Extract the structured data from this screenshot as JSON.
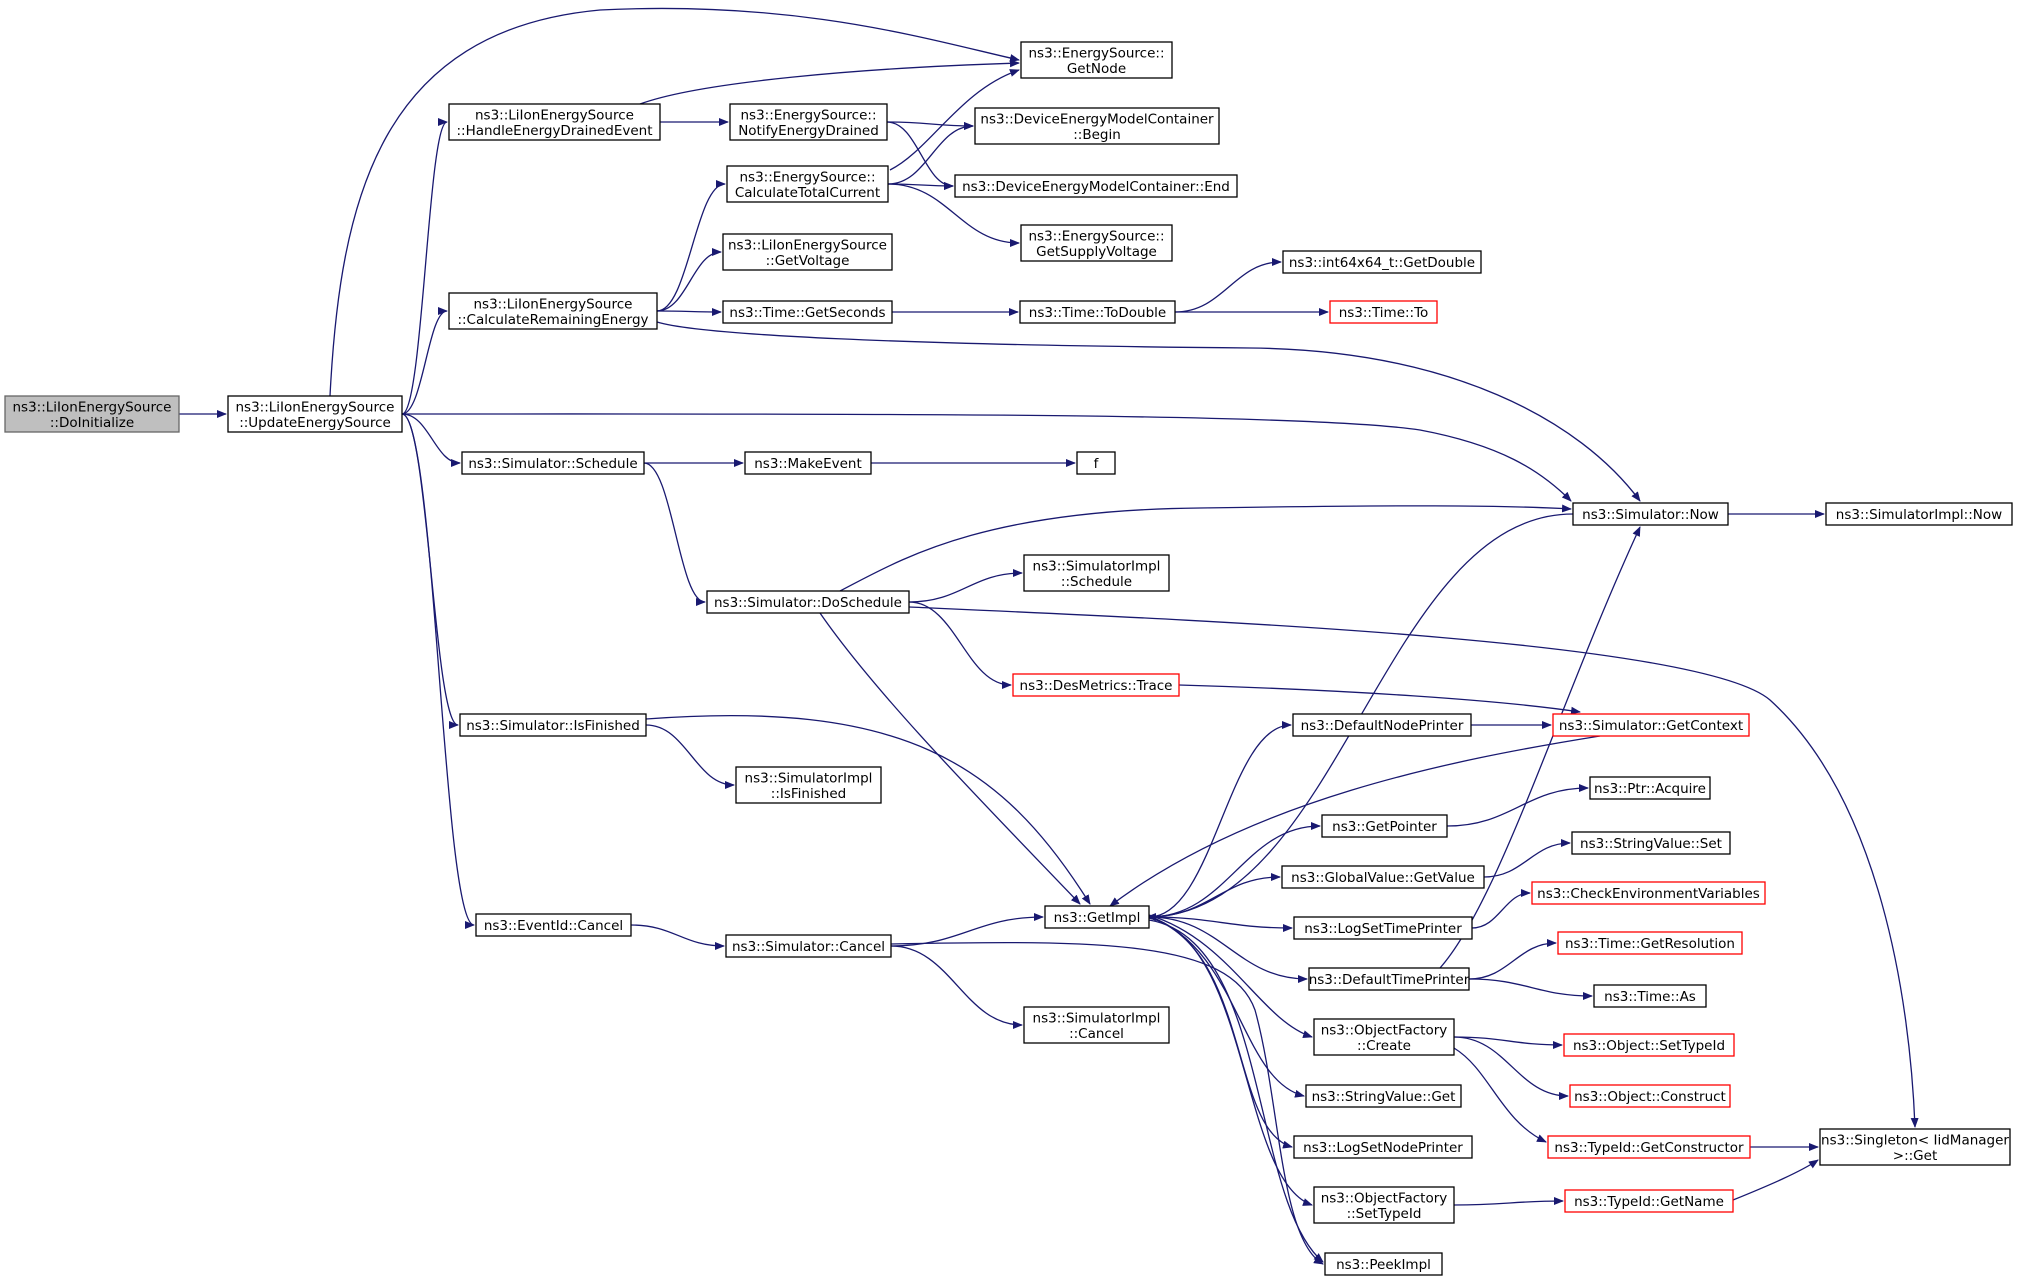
{
  "colors": {
    "edge": "#191970",
    "node_border": "#000000",
    "truncated_border": "#ff0000",
    "root_fill": "#bfbfbf",
    "background": "#ffffff"
  },
  "nodes": {
    "doinit": {
      "lines": [
        "ns3::LiIonEnergySource",
        "::DoInitialize"
      ],
      "root": true
    },
    "update": {
      "lines": [
        "ns3::LiIonEnergySource",
        "::UpdateEnergySource"
      ]
    },
    "handle": {
      "lines": [
        "ns3::LiIonEnergySource",
        "::HandleEnergyDrainedEvent"
      ]
    },
    "calcrem": {
      "lines": [
        "ns3::LiIonEnergySource",
        "::CalculateRemainingEnergy"
      ]
    },
    "schedule": {
      "lines": [
        "ns3::Simulator::Schedule"
      ]
    },
    "isfinished": {
      "lines": [
        "ns3::Simulator::IsFinished"
      ]
    },
    "evcancel": {
      "lines": [
        "ns3::EventId::Cancel"
      ]
    },
    "getnode": {
      "lines": [
        "ns3::EnergySource::",
        "GetNode"
      ]
    },
    "notify": {
      "lines": [
        "ns3::EnergySource::",
        "NotifyEnergyDrained"
      ]
    },
    "calctot": {
      "lines": [
        "ns3::EnergySource::",
        "CalculateTotalCurrent"
      ]
    },
    "getvoltage": {
      "lines": [
        "ns3::LiIonEnergySource",
        "::GetVoltage"
      ]
    },
    "getseconds": {
      "lines": [
        "ns3::Time::GetSeconds"
      ]
    },
    "makeevent": {
      "lines": [
        "ns3::MakeEvent"
      ]
    },
    "doschedule": {
      "lines": [
        "ns3::Simulator::DoSchedule"
      ]
    },
    "simimplisfin": {
      "lines": [
        "ns3::SimulatorImpl",
        "::IsFinished"
      ]
    },
    "simcancel": {
      "lines": [
        "ns3::Simulator::Cancel"
      ]
    },
    "dembegin": {
      "lines": [
        "ns3::DeviceEnergyModelContainer",
        "::Begin"
      ]
    },
    "demend": {
      "lines": [
        "ns3::DeviceEnergyModelContainer::End"
      ]
    },
    "getsupply": {
      "lines": [
        "ns3::EnergySource::",
        "GetSupplyVoltage"
      ]
    },
    "todouble": {
      "lines": [
        "ns3::Time::ToDouble"
      ]
    },
    "f": {
      "lines": [
        "f"
      ]
    },
    "simimplsched": {
      "lines": [
        "ns3::SimulatorImpl",
        "::Schedule"
      ]
    },
    "desmetrics": {
      "lines": [
        "ns3::DesMetrics::Trace"
      ],
      "truncated": true
    },
    "getimpl": {
      "lines": [
        "ns3::GetImpl"
      ]
    },
    "simimplcancel": {
      "lines": [
        "ns3::SimulatorImpl",
        "::Cancel"
      ]
    },
    "int64getdouble": {
      "lines": [
        "ns3::int64x64_t::GetDouble"
      ]
    },
    "timeto": {
      "lines": [
        "ns3::Time::To"
      ],
      "truncated": true
    },
    "simnow": {
      "lines": [
        "ns3::Simulator::Now"
      ]
    },
    "defnodeprinter": {
      "lines": [
        "ns3::DefaultNodePrinter"
      ]
    },
    "getpointer": {
      "lines": [
        "ns3::GetPointer"
      ]
    },
    "gvgetvalue": {
      "lines": [
        "ns3::GlobalValue::GetValue"
      ]
    },
    "logsettime": {
      "lines": [
        "ns3::LogSetTimePrinter"
      ]
    },
    "deftimeprinter": {
      "lines": [
        "ns3::DefaultTimePrinter"
      ]
    },
    "ofcreate": {
      "lines": [
        "ns3::ObjectFactory",
        "::Create"
      ]
    },
    "svget": {
      "lines": [
        "ns3::StringValue::Get"
      ]
    },
    "logsetnode": {
      "lines": [
        "ns3::LogSetNodePrinter"
      ]
    },
    "ofsettypeid": {
      "lines": [
        "ns3::ObjectFactory",
        "::SetTypeId"
      ]
    },
    "peekimpl": {
      "lines": [
        "ns3::PeekImpl"
      ]
    },
    "simimplnow": {
      "lines": [
        "ns3::SimulatorImpl::Now"
      ]
    },
    "getcontext": {
      "lines": [
        "ns3::Simulator::GetContext"
      ],
      "truncated": true
    },
    "ptracquire": {
      "lines": [
        "ns3::Ptr::Acquire"
      ]
    },
    "svset": {
      "lines": [
        "ns3::StringValue::Set"
      ]
    },
    "checkenv": {
      "lines": [
        "ns3::CheckEnvironmentVariables"
      ],
      "truncated": true
    },
    "getres": {
      "lines": [
        "ns3::Time::GetResolution"
      ],
      "truncated": true
    },
    "timeas": {
      "lines": [
        "ns3::Time::As"
      ]
    },
    "objsettypeid": {
      "lines": [
        "ns3::Object::SetTypeId"
      ],
      "truncated": true
    },
    "objconstruct": {
      "lines": [
        "ns3::Object::Construct"
      ],
      "truncated": true
    },
    "getctor": {
      "lines": [
        "ns3::TypeId::GetConstructor"
      ],
      "truncated": true
    },
    "getname": {
      "lines": [
        "ns3::TypeId::GetName"
      ],
      "truncated": true
    },
    "singleton": {
      "lines": [
        "ns3::Singleton< IidManager",
        ">::Get"
      ]
    }
  },
  "edges": [
    [
      "doinit",
      "update"
    ],
    [
      "update",
      "getnode"
    ],
    [
      "update",
      "handle"
    ],
    [
      "update",
      "calcrem"
    ],
    [
      "update",
      "simnow"
    ],
    [
      "update",
      "schedule"
    ],
    [
      "update",
      "isfinished"
    ],
    [
      "update",
      "evcancel"
    ],
    [
      "handle",
      "getnode"
    ],
    [
      "handle",
      "notify"
    ],
    [
      "notify",
      "dembegin"
    ],
    [
      "notify",
      "demend"
    ],
    [
      "calcrem",
      "calctot"
    ],
    [
      "calcrem",
      "getvoltage"
    ],
    [
      "calcrem",
      "getseconds"
    ],
    [
      "calcrem",
      "simnow"
    ],
    [
      "calctot",
      "getnode"
    ],
    [
      "calctot",
      "dembegin"
    ],
    [
      "calctot",
      "demend"
    ],
    [
      "calctot",
      "getsupply"
    ],
    [
      "getseconds",
      "todouble"
    ],
    [
      "todouble",
      "int64getdouble"
    ],
    [
      "todouble",
      "timeto"
    ],
    [
      "schedule",
      "makeevent"
    ],
    [
      "schedule",
      "doschedule"
    ],
    [
      "makeevent",
      "f"
    ],
    [
      "doschedule",
      "simnow"
    ],
    [
      "doschedule",
      "simimplsched"
    ],
    [
      "doschedule",
      "desmetrics"
    ],
    [
      "doschedule",
      "getimpl"
    ],
    [
      "doschedule",
      "singleton"
    ],
    [
      "desmetrics",
      "getcontext"
    ],
    [
      "isfinished",
      "getimpl"
    ],
    [
      "isfinished",
      "simimplisfin"
    ],
    [
      "evcancel",
      "simcancel"
    ],
    [
      "simcancel",
      "getimpl"
    ],
    [
      "simcancel",
      "simimplcancel"
    ],
    [
      "simcancel",
      "peekimpl"
    ],
    [
      "simnow",
      "getimpl"
    ],
    [
      "simnow",
      "simimplnow"
    ],
    [
      "getcontext",
      "getimpl"
    ],
    [
      "getimpl",
      "defnodeprinter"
    ],
    [
      "getimpl",
      "getpointer"
    ],
    [
      "getimpl",
      "gvgetvalue"
    ],
    [
      "getimpl",
      "logsettime"
    ],
    [
      "getimpl",
      "deftimeprinter"
    ],
    [
      "getimpl",
      "ofcreate"
    ],
    [
      "getimpl",
      "svget"
    ],
    [
      "getimpl",
      "logsetnode"
    ],
    [
      "getimpl",
      "ofsettypeid"
    ],
    [
      "getimpl",
      "peekimpl"
    ],
    [
      "defnodeprinter",
      "getcontext"
    ],
    [
      "getpointer",
      "ptracquire"
    ],
    [
      "gvgetvalue",
      "svset"
    ],
    [
      "logsettime",
      "checkenv"
    ],
    [
      "deftimeprinter",
      "simnow"
    ],
    [
      "deftimeprinter",
      "getres"
    ],
    [
      "deftimeprinter",
      "timeas"
    ],
    [
      "ofcreate",
      "objsettypeid"
    ],
    [
      "ofcreate",
      "objconstruct"
    ],
    [
      "ofcreate",
      "getctor"
    ],
    [
      "getctor",
      "singleton"
    ],
    [
      "ofsettypeid",
      "getname"
    ],
    [
      "getname",
      "singleton"
    ]
  ]
}
